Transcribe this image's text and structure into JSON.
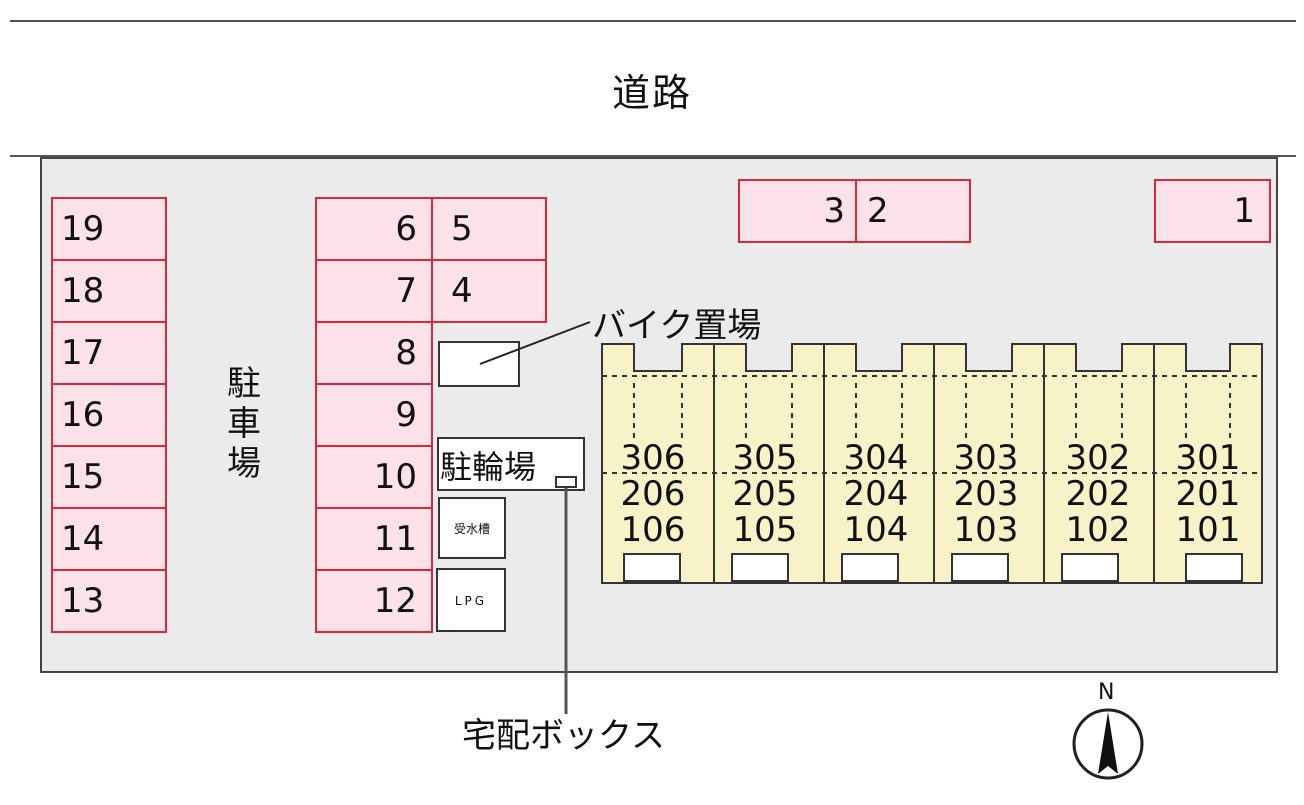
{
  "road": {
    "label": "道路"
  },
  "parking": {
    "label": "駐車場",
    "left_column": [
      "19",
      "18",
      "17",
      "16",
      "15",
      "14",
      "13"
    ],
    "middle_column": [
      "6",
      "7",
      "8",
      "9",
      "10",
      "11",
      "12"
    ],
    "inner_column": [
      "5",
      "4"
    ],
    "top_pair": [
      "3",
      "2"
    ],
    "top_single": "1"
  },
  "facilities": {
    "bike_parking": "バイク置場",
    "bicycle_parking": "駐輪場",
    "water_tank": "受水槽",
    "lpg": "LPG",
    "delivery_box": "宅配ボックス"
  },
  "building": {
    "units": [
      {
        "floors": [
          "306",
          "206",
          "106"
        ]
      },
      {
        "floors": [
          "305",
          "205",
          "105"
        ]
      },
      {
        "floors": [
          "304",
          "204",
          "104"
        ]
      },
      {
        "floors": [
          "303",
          "203",
          "103"
        ]
      },
      {
        "floors": [
          "302",
          "202",
          "102"
        ]
      },
      {
        "floors": [
          "301",
          "201",
          "101"
        ]
      }
    ]
  },
  "compass": {
    "label": "N"
  },
  "colors": {
    "space_fill": "#fbe1e8",
    "space_border": "#d9283b",
    "building_fill": "#f7f2c8",
    "lot_fill": "#ebebeb"
  }
}
